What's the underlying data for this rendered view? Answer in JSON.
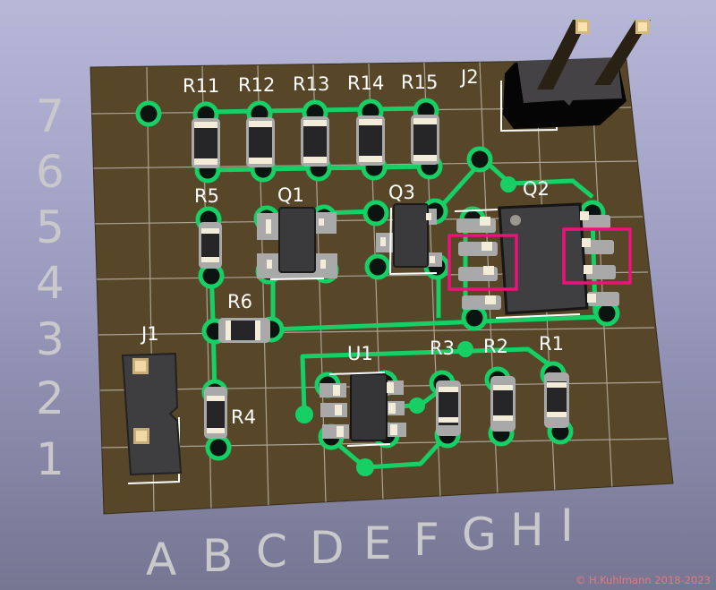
{
  "view": {
    "type": "3D PCB render",
    "colors": {
      "board": "#584629",
      "copper_track": "#16d066",
      "silkscreen": "#ffffff",
      "highlight_box": "#ec1279",
      "component_body": "#3f3e40",
      "resistor_body": "#262628",
      "pin_gold": "#e3c88e",
      "background_top": "#b7b8d8",
      "background_bottom": "#767693"
    }
  },
  "axes": {
    "rows": [
      "7",
      "6",
      "5",
      "4",
      "3",
      "2",
      "1"
    ],
    "columns": [
      "A",
      "B",
      "C",
      "D",
      "E",
      "F",
      "G",
      "H",
      "I"
    ]
  },
  "components": {
    "R11": "R11",
    "R12": "R12",
    "R13": "R13",
    "R14": "R14",
    "R15": "R15",
    "J2": "J2",
    "R5": "R5",
    "Q1": "Q1",
    "Q3": "Q3",
    "Q2": "Q2",
    "R6": "R6",
    "J1": "J1",
    "R4": "R4",
    "U1": "U1",
    "R3": "R3",
    "R2": "R2",
    "R1": "R1"
  },
  "highlights": [
    {
      "component": "Q2",
      "side": "left",
      "pins": 2
    },
    {
      "component": "Q2",
      "side": "right",
      "pins": 2
    }
  ],
  "copyright": "© H.Kuhlmann 2018-2023"
}
